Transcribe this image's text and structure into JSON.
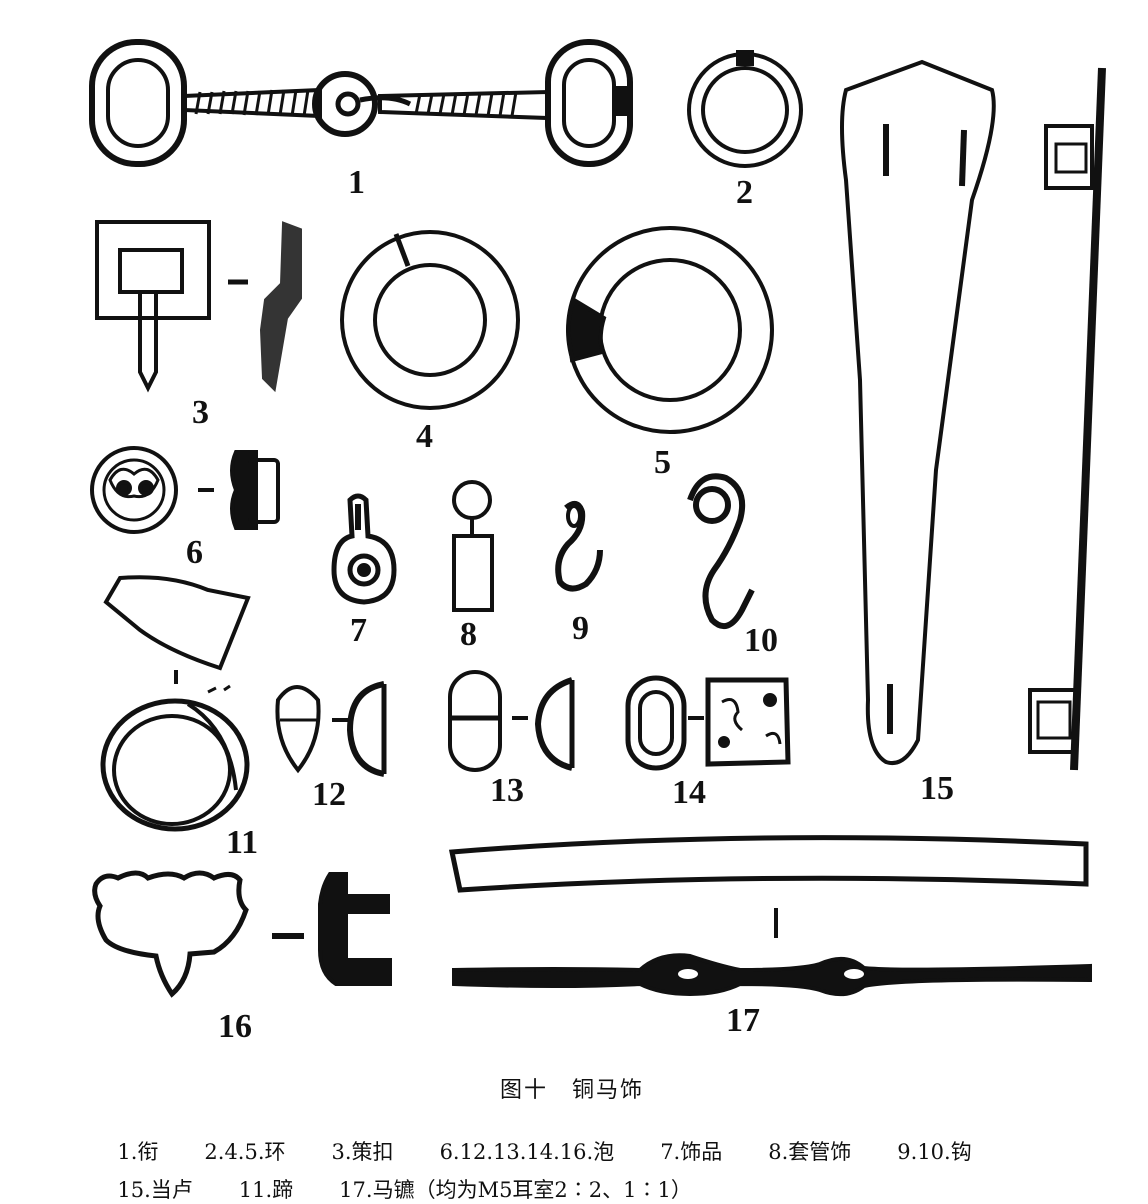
{
  "figure": {
    "title": "图十　铜马饰",
    "numbers": [
      "1",
      "2",
      "3",
      "4",
      "5",
      "6",
      "7",
      "8",
      "9",
      "10",
      "11",
      "12",
      "13",
      "14",
      "15",
      "16",
      "17"
    ]
  },
  "legend": {
    "row1": [
      "1.衔",
      "2.4.5.环",
      "3.策扣",
      "6.12.13.14.16.泡",
      "7.饰品",
      "8.套管饰",
      "9.10.钩"
    ],
    "row2": [
      "15.当卢",
      "11.蹄",
      "17.马镳（均为M5耳室2∶2、1∶1）"
    ]
  }
}
